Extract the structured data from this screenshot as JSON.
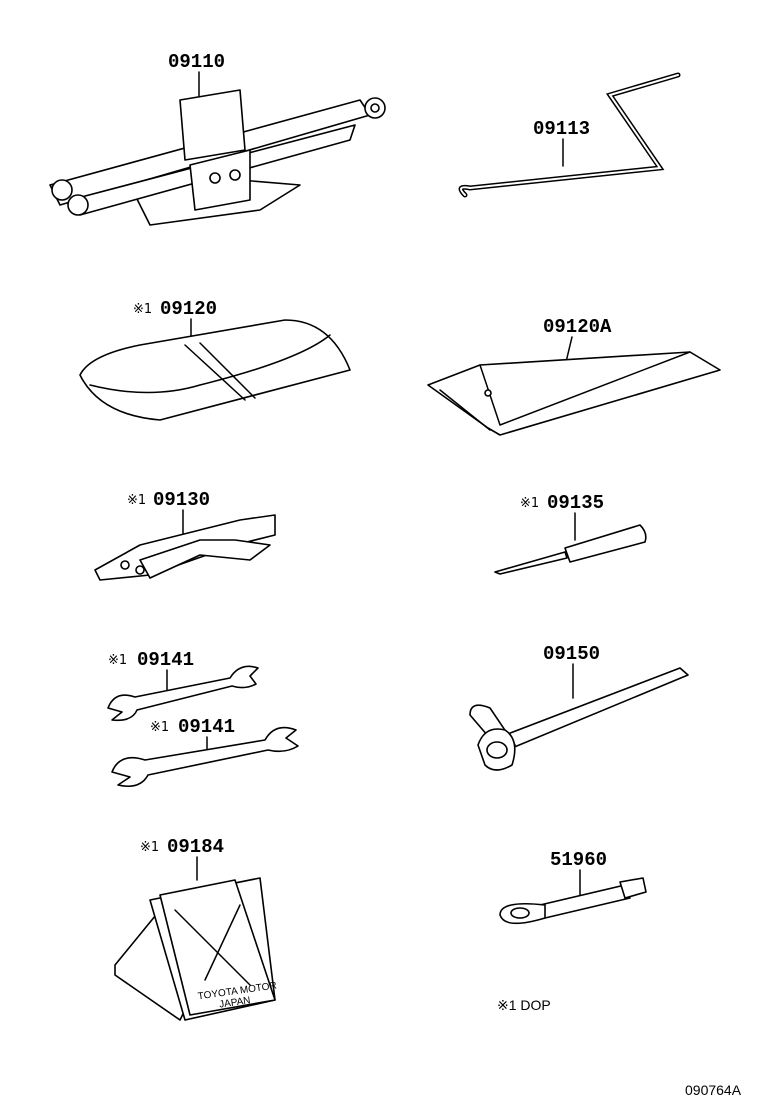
{
  "marker": "※1",
  "parts": [
    {
      "number": "09110",
      "marked": false
    },
    {
      "number": "09113",
      "marked": false
    },
    {
      "number": "09120",
      "marked": true
    },
    {
      "number": "09120A",
      "marked": false
    },
    {
      "number": "09130",
      "marked": true
    },
    {
      "number": "09135",
      "marked": true
    },
    {
      "number": "09141",
      "marked": true
    },
    {
      "number": "09141",
      "marked": true
    },
    {
      "number": "09150",
      "marked": false
    },
    {
      "number": "09184",
      "marked": true
    },
    {
      "number": "51960",
      "marked": false
    }
  ],
  "legend_note": "※1 DOP",
  "diagram_id": "090764A",
  "chock_logo": {
    "line1": "TOYOTA MOTOR",
    "line2": "JAPAN"
  }
}
